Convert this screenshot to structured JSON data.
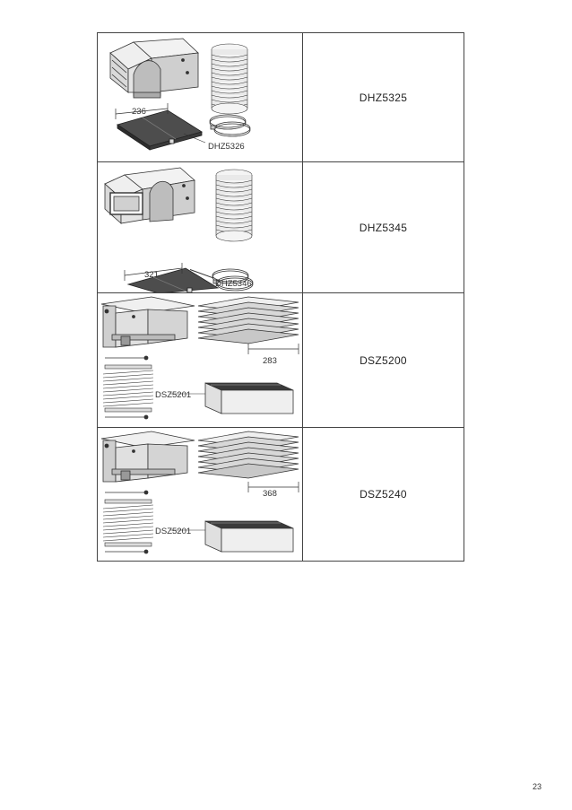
{
  "rows": [
    {
      "code": "DHZ5325",
      "dimension": "236",
      "part_label": "DHZ5326"
    },
    {
      "code": "DHZ5345",
      "dimension": "321",
      "part_label": "DHZ5346"
    },
    {
      "code": "DSZ5200",
      "dimension": "283",
      "part_label": "DSZ5201"
    },
    {
      "code": "DSZ5240",
      "dimension": "368",
      "part_label": "DSZ5201"
    }
  ],
  "page_number": "23"
}
